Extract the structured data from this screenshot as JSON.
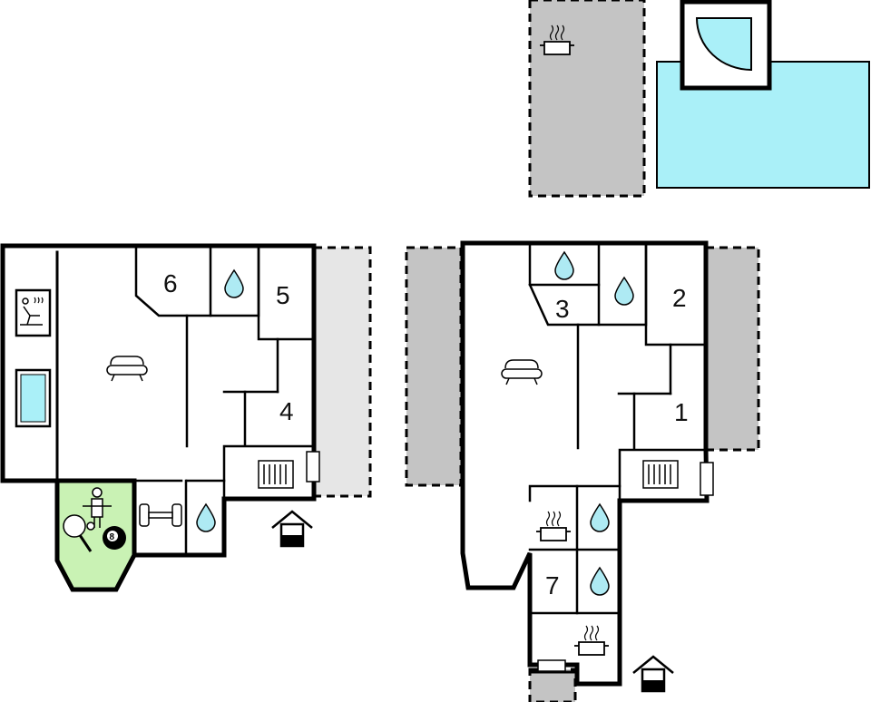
{
  "rooms": {
    "r1": "1",
    "r2": "2",
    "r3": "3",
    "r4": "4",
    "r5": "5",
    "r6": "6",
    "r7": "7",
    "billiard_ball": "8"
  },
  "colors": {
    "pool_water": "#aaf0f8",
    "game_room": "#c9f2b4",
    "terrace": "#c4c4c4",
    "terrace_light": "#e6e6e6",
    "water_drop": "#aeeaf3"
  },
  "icons": [
    "sofa-icon",
    "water-drop-icon",
    "stove-icon",
    "radiator-icon",
    "entrance-icon",
    "sauna-icon",
    "dumbbell-icon",
    "table-football-icon",
    "table-tennis-icon",
    "billiard-ball-icon",
    "pool-icon",
    "bbq-icon"
  ]
}
